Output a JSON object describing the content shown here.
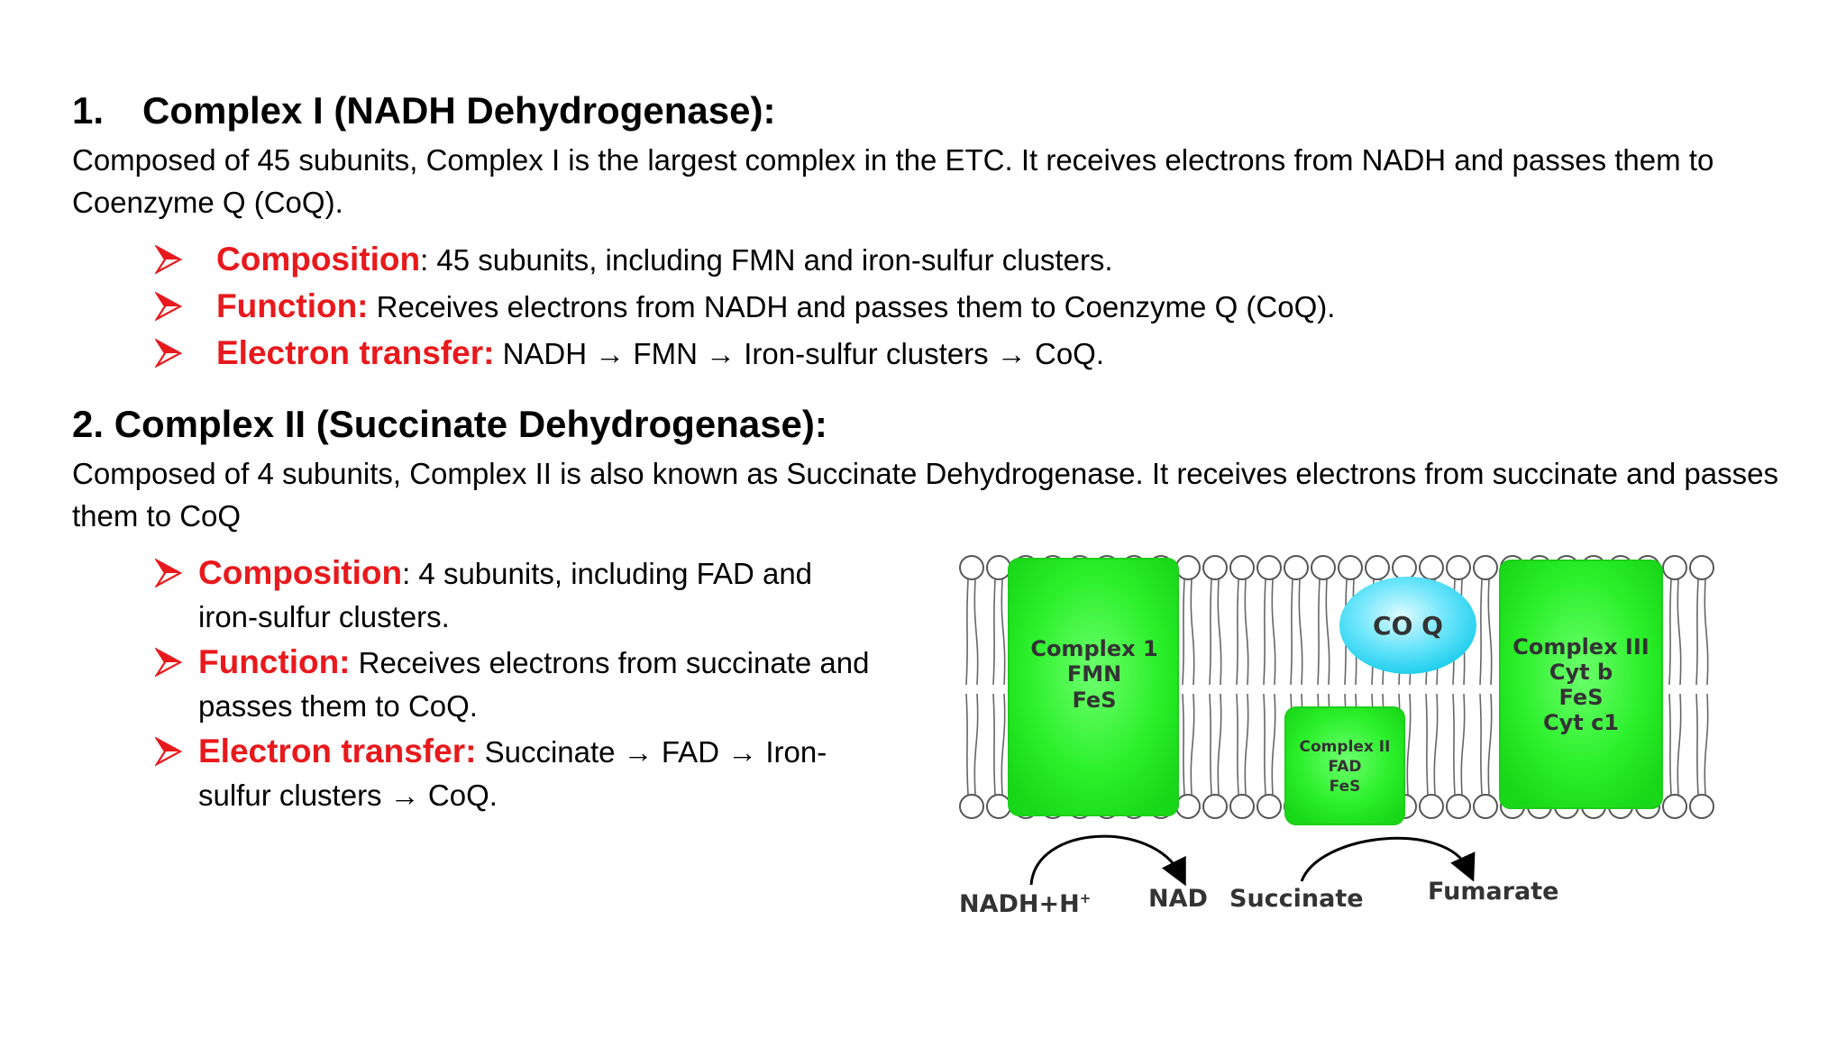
{
  "section1": {
    "number": "1.",
    "heading": "Complex I (NADH Dehydrogenase):",
    "intro": "Composed of 45 subunits, Complex I is the largest complex in the ETC. It receives electrons from NADH and passes them to Coenzyme Q (CoQ).",
    "bullets": [
      {
        "term": "Composition",
        "text": ": 45 subunits, including FMN and iron-sulfur clusters."
      },
      {
        "term": "Function:",
        "text": " Receives electrons from NADH and passes them to Coenzyme Q (CoQ)."
      },
      {
        "term": "Electron transfer:",
        "text": " NADH → FMN → Iron-sulfur clusters → CoQ."
      }
    ]
  },
  "section2": {
    "heading": "2. Complex II (Succinate Dehydrogenase):",
    "intro": "Composed of 4 subunits, Complex II is also known as Succinate Dehydrogenase. It receives electrons from succinate and passes them to CoQ",
    "bullets": [
      {
        "term": "Composition",
        "text": ": 4 subunits, including FAD and iron-sulfur clusters."
      },
      {
        "term": "Function:",
        "text": " Receives electrons from succinate and passes them to CoQ."
      },
      {
        "term": "Electron transfer:",
        "text": " Succinate → FAD → Iron-sulfur clusters → CoQ."
      }
    ]
  },
  "diagram": {
    "complex1": {
      "line1": "Complex 1",
      "line2": "FMN",
      "line3": "FeS"
    },
    "coq": "CO Q",
    "complex2": {
      "line1": "Complex II",
      "line2": "FAD",
      "line3": "FeS"
    },
    "complex3": {
      "line1": "Complex III",
      "line2": "Cyt b",
      "line3": "FeS",
      "line4": "Cyt c1"
    },
    "nadh": "NADH+H",
    "nadh_sup": "+",
    "nad": "NAD",
    "succinate": "Succinate",
    "fumarate": "Fumarate"
  },
  "colors": {
    "term": "#e8191c",
    "complex_fill": "#22ee22",
    "coq_fill": "#33d9f5"
  }
}
